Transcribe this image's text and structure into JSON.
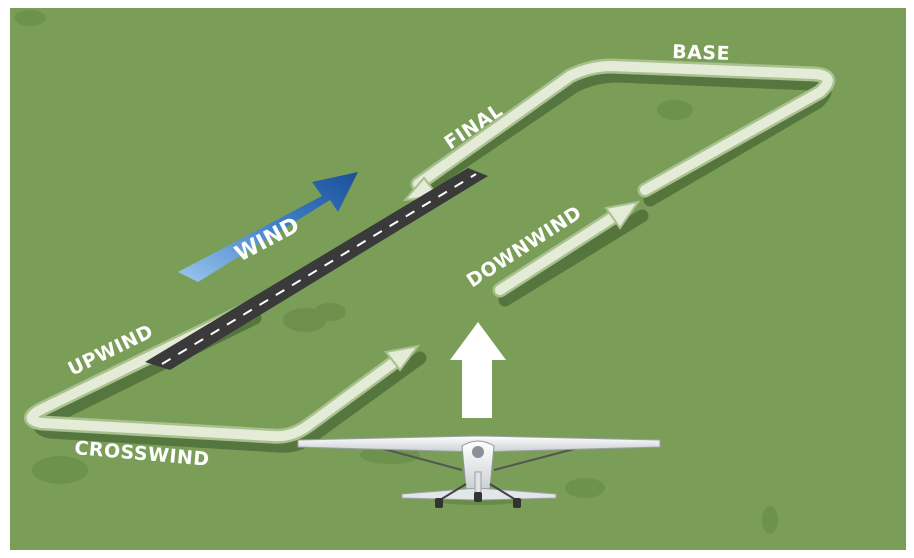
{
  "labels": {
    "base": "BASE",
    "final": "FINAL",
    "downwind": "DOWNWIND",
    "upwind": "UPWIND",
    "crosswind": "CROSSWIND",
    "wind": "WIND"
  },
  "colors": {
    "grass": "#7a9e57",
    "pattern_fill": "#dfe9d2",
    "pattern_shadow": "#4f6e39",
    "runway": "#3b3b3b",
    "wind_arrow_start": "#7fb3e6",
    "wind_arrow_end": "#1f5aa6",
    "direction_arrow": "#ffffff"
  }
}
